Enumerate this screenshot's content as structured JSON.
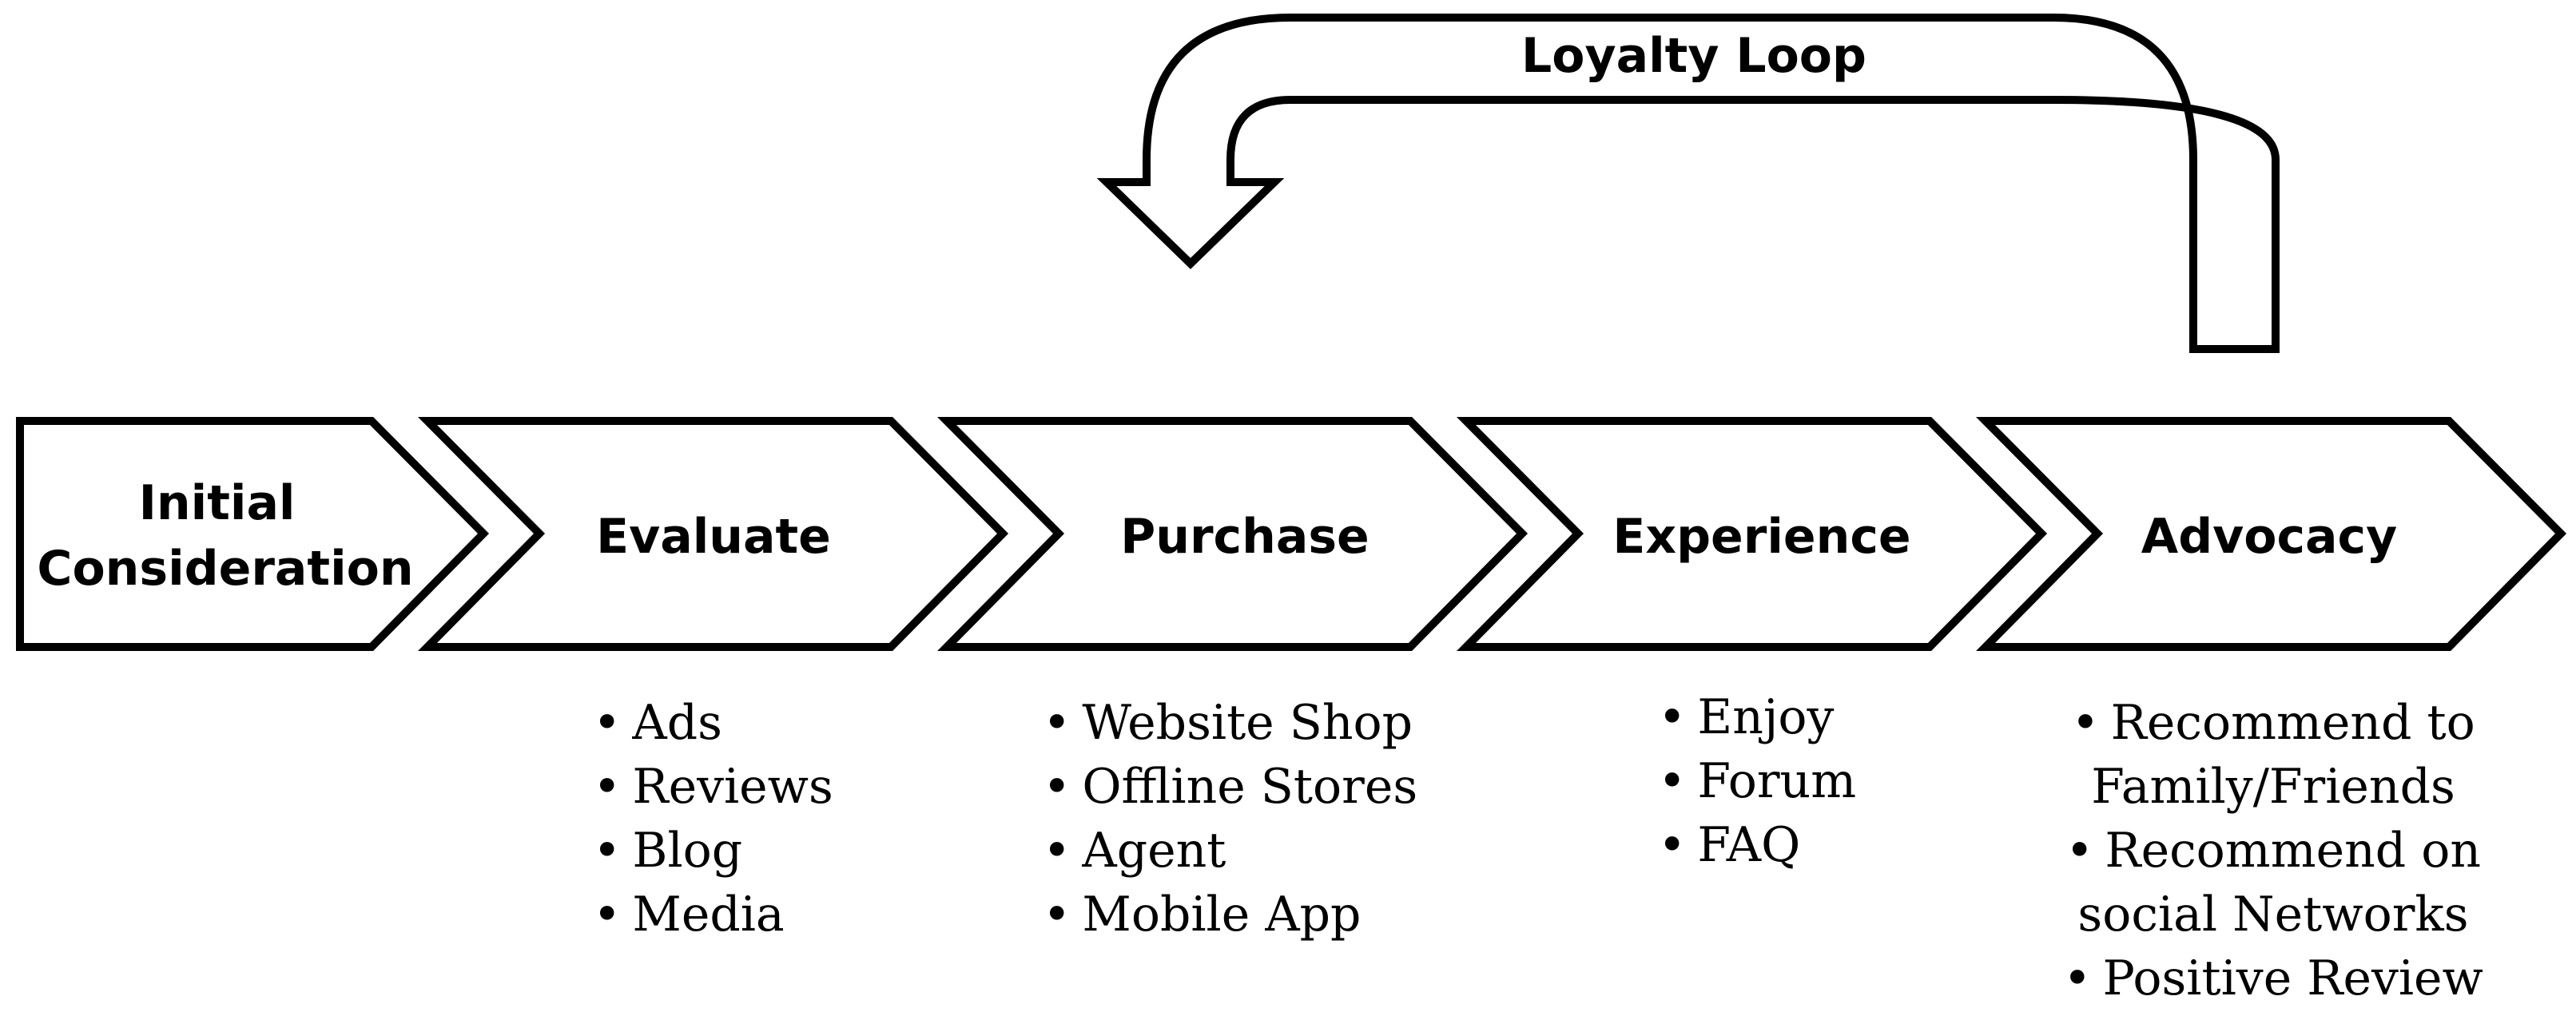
{
  "loop": {
    "label": "Loyalty Loop"
  },
  "stages": [
    {
      "lines": [
        "Initial",
        "Consideration"
      ],
      "items": []
    },
    {
      "lines": [
        "Evaluate"
      ],
      "items": [
        "Ads",
        "Reviews",
        "Blog",
        "Media"
      ]
    },
    {
      "lines": [
        "Purchase"
      ],
      "items": [
        "Website Shop",
        "Offline Stores",
        "Agent",
        "Mobile App"
      ]
    },
    {
      "lines": [
        "Experience"
      ],
      "items": [
        "Enjoy",
        "Forum",
        "FAQ"
      ]
    },
    {
      "lines": [
        "Advocacy"
      ],
      "items": []
    }
  ],
  "advocacy_items": [
    {
      "bullet": true,
      "text": "Recommend to"
    },
    {
      "bullet": false,
      "text": "Family/Friends"
    },
    {
      "bullet": true,
      "text": "Recommend on"
    },
    {
      "bullet": false,
      "text": "social Networks"
    },
    {
      "bullet": true,
      "text": "Positive Review"
    }
  ],
  "bullet_glyph": "•",
  "colors": {
    "stroke": "#000000",
    "fill": "#ffffff",
    "text": "#000000"
  }
}
